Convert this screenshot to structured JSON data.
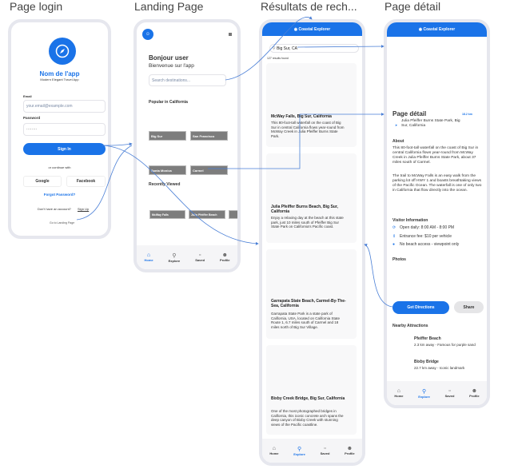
{
  "frames": [
    "Page login",
    "Landing Page",
    "Résultats de rech...",
    "Page détail"
  ],
  "login": {
    "app_name": "Nom de l'app",
    "subtitle": "Modern Elegant Travel App",
    "email_label": "Email",
    "email_placeholder": "your.email@example.com",
    "password_label": "Password",
    "password_value": "········",
    "sign_in": "Sign In",
    "or_continue": "or continue with",
    "google": "Google",
    "facebook": "Facebook",
    "forgot": "Forgot Password?",
    "no_account": "Don't have an account?",
    "sign_up": "Sign Up",
    "go_landing": "Go to Landing Page"
  },
  "landing": {
    "greeting": "Bonjour user",
    "welcome": "Bienvenue sur l'app",
    "search_placeholder": "Search destinations...",
    "popular_title": "Popular in California",
    "popular": [
      "Big Sur",
      "San Francisco",
      "Santa Monica",
      "Carmel"
    ],
    "recent_title": "Recently Viewed",
    "recent": [
      "McWay Falls",
      "Julia Pfeiffer Beach",
      ""
    ]
  },
  "nav": [
    "Home",
    "Explore",
    "Saved",
    "Profile"
  ],
  "results": {
    "app_title": "Coastal Explorer",
    "search_value": "Big Sur, CA",
    "count": "127 results found",
    "cards": [
      {
        "title": "McWay Falls, Big Sur, California",
        "desc": "This 80-foot-tall waterfall on the coast of Big Sur in central California flows year-round from McWay Creek in Julia Pfeiffer Burns State Park."
      },
      {
        "title": "Julia Pfeiffer Burns Beach, Big Sur, California",
        "desc": "Enjoy a relaxing day at the beach at this state park, just 10 miles south of Pfeiffer Big Sur State Park on California's Pacific coast."
      },
      {
        "title": "Garrapata State Beach, Carmel-By-The-Sea, California",
        "desc": "Garrapata State Park is a state park of California, USA, located on California State Route 1, 6.7 miles south of Carmel and 18 miles north of Big Sur Village."
      },
      {
        "title": "Bixby Creek Bridge, Big Sur, California",
        "desc": "One of the most photographed bridges in California, this iconic concrete arch spans the deep canyon of Bixby Creek with stunning views of the Pacific coastline."
      }
    ]
  },
  "detail": {
    "app_title": "Coastal Explorer",
    "title": "Page détail",
    "distance": "18.2 km",
    "location": "Julia Pfeiffer Burns State Park, Big Sur, California",
    "about_title": "About",
    "about1": "This 80-foot-tall waterfall on the coast of Big Sur in central California flows year-round from McWay Creek in Julia Pfeiffer Burns State Park, about 37 miles south of Carmel.",
    "about2": "The trail to McWay Falls is an easy walk from the parking lot off HWY 1 and boasts breathtaking views of the Pacific Ocean. The waterfall is one of only two in California that flow directly into the ocean.",
    "visitor_title": "Visitor Information",
    "visitor": [
      "Open daily: 8:00 AM - 8:00 PM",
      "Entrance fee: $10 per vehicle",
      "No beach access - viewpoint only"
    ],
    "photos_title": "Photos",
    "directions": "Get Directions",
    "share": "Share",
    "nearby_title": "Nearby Attractions",
    "nearby": [
      {
        "name": "Pfeiffer Beach",
        "info": "2.3 km away - Famous for purple sand"
      },
      {
        "name": "Bixby Bridge",
        "info": "22.7 km away - Iconic landmark"
      }
    ]
  },
  "colors": {
    "accent": "#1a73e8",
    "tile": "#7d7d7d",
    "frame": "#e6e7ee"
  }
}
